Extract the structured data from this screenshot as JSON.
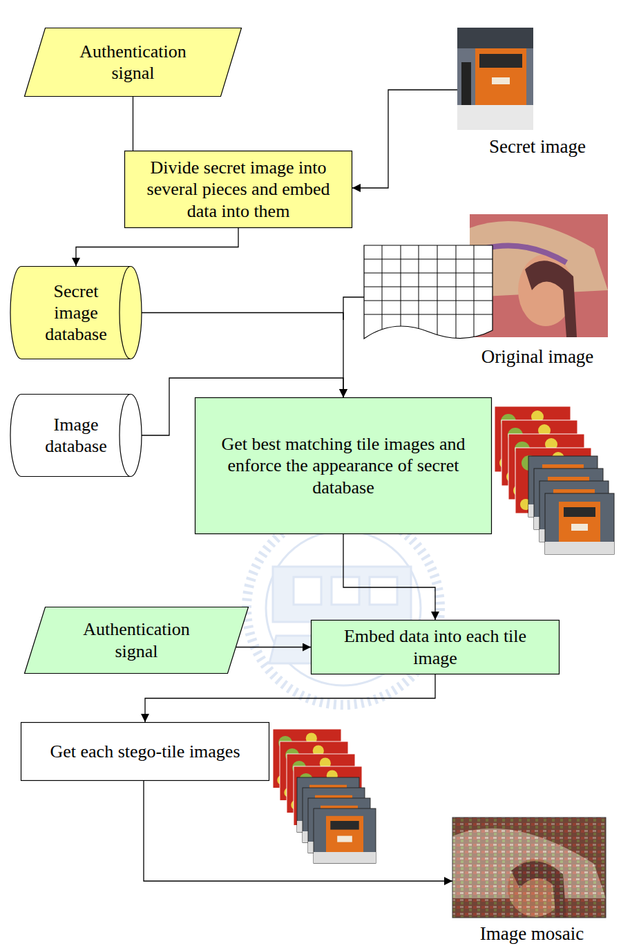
{
  "diagram": {
    "nodes": [
      {
        "text": [
          "Authentication signal"
        ]
      },
      {
        "text": [
          "Divide secret image into several pieces and embed data into them"
        ]
      },
      {
        "text": [
          "Secret image database"
        ]
      },
      {
        "text": [
          "Image database"
        ]
      },
      {
        "text": [
          "Get best matching tile images and enforce the appearance of secret database"
        ]
      },
      {
        "text": [
          "Authentication signal"
        ]
      },
      {
        "text": [
          "Embed data into each tile image"
        ]
      },
      {
        "text": [
          "Get each stego-tile images"
        ]
      }
    ],
    "edges": [
      {
        "from": 0,
        "to": 1,
        "arrow": "to"
      },
      {
        "from": 1,
        "to": 2,
        "arrow": "to"
      },
      {
        "from": 2,
        "to": 4,
        "arrow": "to"
      },
      {
        "from": 3,
        "to": 4,
        "arrow": "to"
      },
      {
        "from": 4,
        "to": 6,
        "arrow": "to"
      },
      {
        "from": 5,
        "to": 6,
        "arrow": "to"
      },
      {
        "from": 6,
        "to": 7,
        "arrow": "to"
      }
    ],
    "labels": [
      "Secret image",
      "Original image",
      "Image mosaic"
    ]
  }
}
